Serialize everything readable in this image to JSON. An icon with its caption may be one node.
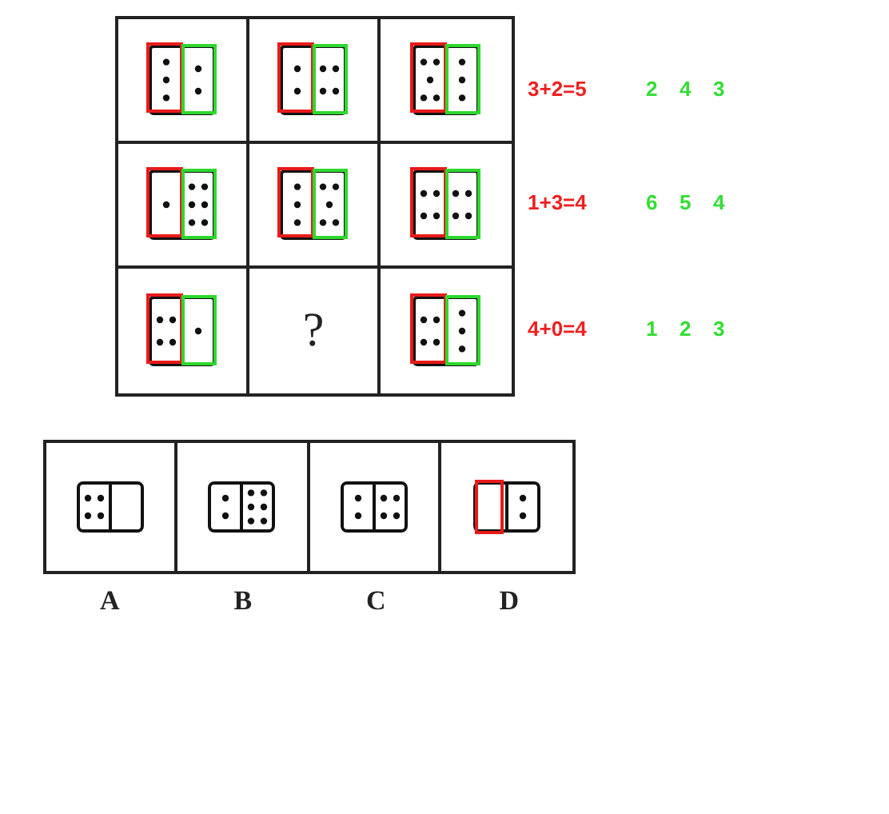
{
  "diagram": {
    "labels": [
      "3+2=5",
      "2",
      "4",
      "3",
      "1+3=4",
      "6",
      "5",
      "4",
      "?",
      "4+0=4",
      "1",
      "2",
      "3",
      "A",
      "B",
      "C",
      "D"
    ]
  }
}
